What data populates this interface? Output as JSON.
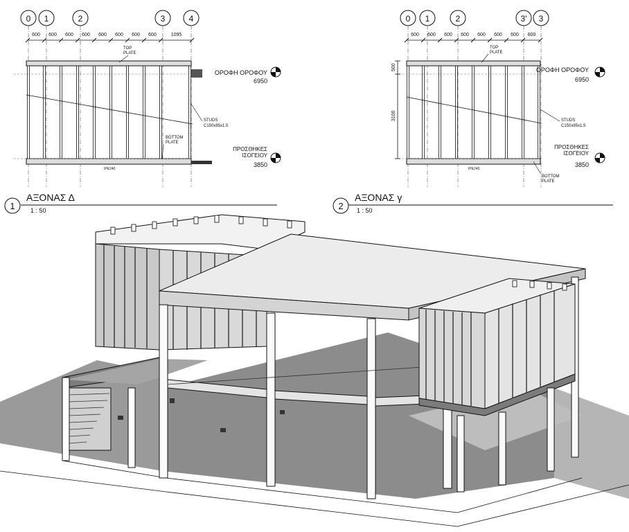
{
  "elevation1": {
    "axes": [
      "0",
      "1",
      "2",
      "3",
      "4"
    ],
    "dims": [
      "600",
      "600",
      "600",
      "600",
      "600",
      "600",
      "600",
      "600",
      "1095"
    ],
    "top_plate_line1": "TOP",
    "top_plate_line2": "PLATE",
    "roof_level_name": "ΟΡΟΦΗ ΟΡΟΦΟΥ",
    "roof_level_value": "6950",
    "studs_line1": "STUDS",
    "studs_line2": "C150x85x1.5",
    "bottom_plate_line1": "BOTTOM",
    "bottom_plate_line2": "PLATE",
    "ground_level_line1": "ΠΡΟΣΘΗΚΕΣ",
    "ground_level_line2": "ΙΣΟΓΕΙΟΥ",
    "ground_level_value": "3850",
    "beam_label": "IPE240",
    "view_number": "1",
    "view_title": "ΑΞΟΝΑΣ Δ",
    "view_scale": "1 : 50"
  },
  "elevation2": {
    "axes": [
      "0",
      "1",
      "2",
      "3'",
      "3"
    ],
    "dims": [
      "600",
      "600",
      "600",
      "600",
      "600",
      "600",
      "600",
      "600"
    ],
    "dim_vertical_top": "500",
    "dim_vertical_main": "3100",
    "top_plate_line1": "TOP",
    "top_plate_line2": "PLATE",
    "roof_level_name": "ΟΡΟΦΗ ΟΡΟΦΟΥ",
    "roof_level_value": "6950",
    "studs_line1": "STUDS",
    "studs_line2": "C150x85x1.5",
    "ground_level_line1": "ΠΡΟΣΘΗΚΕΣ",
    "ground_level_line2": "ΙΣΟΓΕΙΟΥ",
    "ground_level_value": "3850",
    "bottom_plate_line1": "BOTTOM",
    "bottom_plate_line2": "PLATE",
    "beam_label": "IPE240",
    "view_number": "2",
    "view_title": "ΑΞΟΝΑΣ γ",
    "view_scale": "1 : 50"
  }
}
